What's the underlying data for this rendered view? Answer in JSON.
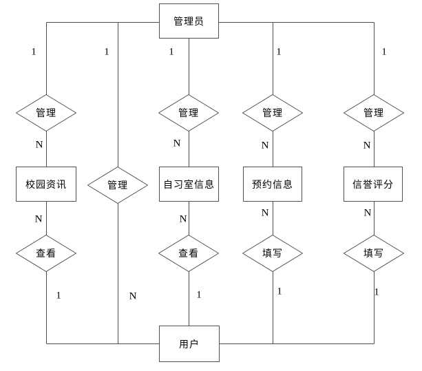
{
  "diagram": {
    "entities": [
      {
        "id": "admin",
        "label": "管理员"
      },
      {
        "id": "campus-info",
        "label": "校园资讯"
      },
      {
        "id": "study-room-info",
        "label": "自习室信息"
      },
      {
        "id": "reservation-info",
        "label": "预约信息"
      },
      {
        "id": "credit-score",
        "label": "信誉评分"
      },
      {
        "id": "user",
        "label": "用户"
      }
    ],
    "relationships": [
      {
        "id": "manage-campus-info",
        "label": "管理"
      },
      {
        "id": "manage-user",
        "label": "管理"
      },
      {
        "id": "manage-study-room-info",
        "label": "管理"
      },
      {
        "id": "manage-reservation-info",
        "label": "管理"
      },
      {
        "id": "manage-credit-score",
        "label": "管理"
      },
      {
        "id": "view-campus-info",
        "label": "查看"
      },
      {
        "id": "view-study-room-info",
        "label": "查看"
      },
      {
        "id": "fill-reservation-info",
        "label": "填写"
      },
      {
        "id": "fill-credit-score",
        "label": "填写"
      }
    ],
    "cardinalities": [
      "1",
      "1",
      "1",
      "1",
      "1",
      "N",
      "N",
      "N",
      "N",
      "N",
      "N",
      "N",
      "N",
      "1",
      "N",
      "1",
      "1",
      "1"
    ],
    "connections": [
      "管理员 1 — 管理 — N 校园资讯",
      "管理员 1 — 管理 — N 自习室信息",
      "管理员 1 — 管理 — N 预约信息",
      "管理员 1 — 管理 — N 信誉评分",
      "管理员 1 — 管理 — N 用户",
      "校园资讯 N — 查看 — 1 用户",
      "自习室信息 N — 查看 — 1 用户",
      "预约信息 N — 填写 — 1 用户",
      "信誉评分 N — 填写 — 1 用户"
    ]
  },
  "colors": {
    "line": "#4d4d4d",
    "shape_border": "#4f4f4f",
    "shape_fill": "#ffffff",
    "text": "#000000",
    "background": "#ffffff"
  }
}
